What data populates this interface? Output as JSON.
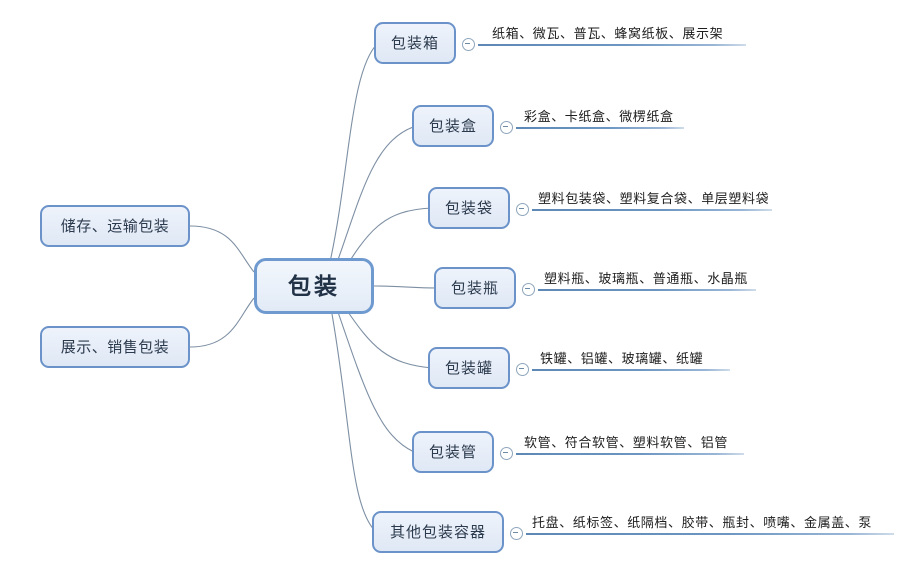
{
  "diagram": {
    "title": "包装",
    "root": {
      "label": "包装"
    },
    "left_branches": [
      {
        "label": "储存、运输包装"
      },
      {
        "label": "展示、销售包装"
      }
    ],
    "right_branches": [
      {
        "label": "包装箱",
        "detail": "纸箱、微瓦、普瓦、蜂窝纸板、展示架"
      },
      {
        "label": "包装盒",
        "detail": "彩盒、卡纸盒、微楞纸盒"
      },
      {
        "label": "包装袋",
        "detail": "塑料包装袋、塑料复合袋、单层塑料袋"
      },
      {
        "label": "包装瓶",
        "detail": "塑料瓶、玻璃瓶、普通瓶、水晶瓶"
      },
      {
        "label": "包装罐",
        "detail": "铁罐、铝罐、玻璃罐、纸罐"
      },
      {
        "label": "包装管",
        "detail": "软管、符合软管、塑料软管、铝管"
      },
      {
        "label": "其他包装容器",
        "detail": "托盘、纸标签、纸隔档、胶带、瓶封、喷嘴、金属盖、泵"
      }
    ],
    "colors": {
      "node_border": "#6b93c9",
      "node_fill": "#eef3fb",
      "root_border": "#6f9ad0",
      "edge": "#7d8fa3",
      "bar": "#5d87b5",
      "text": "#2b3a4d",
      "detail_text": "#1d1d1d",
      "background": "#ffffff"
    }
  }
}
